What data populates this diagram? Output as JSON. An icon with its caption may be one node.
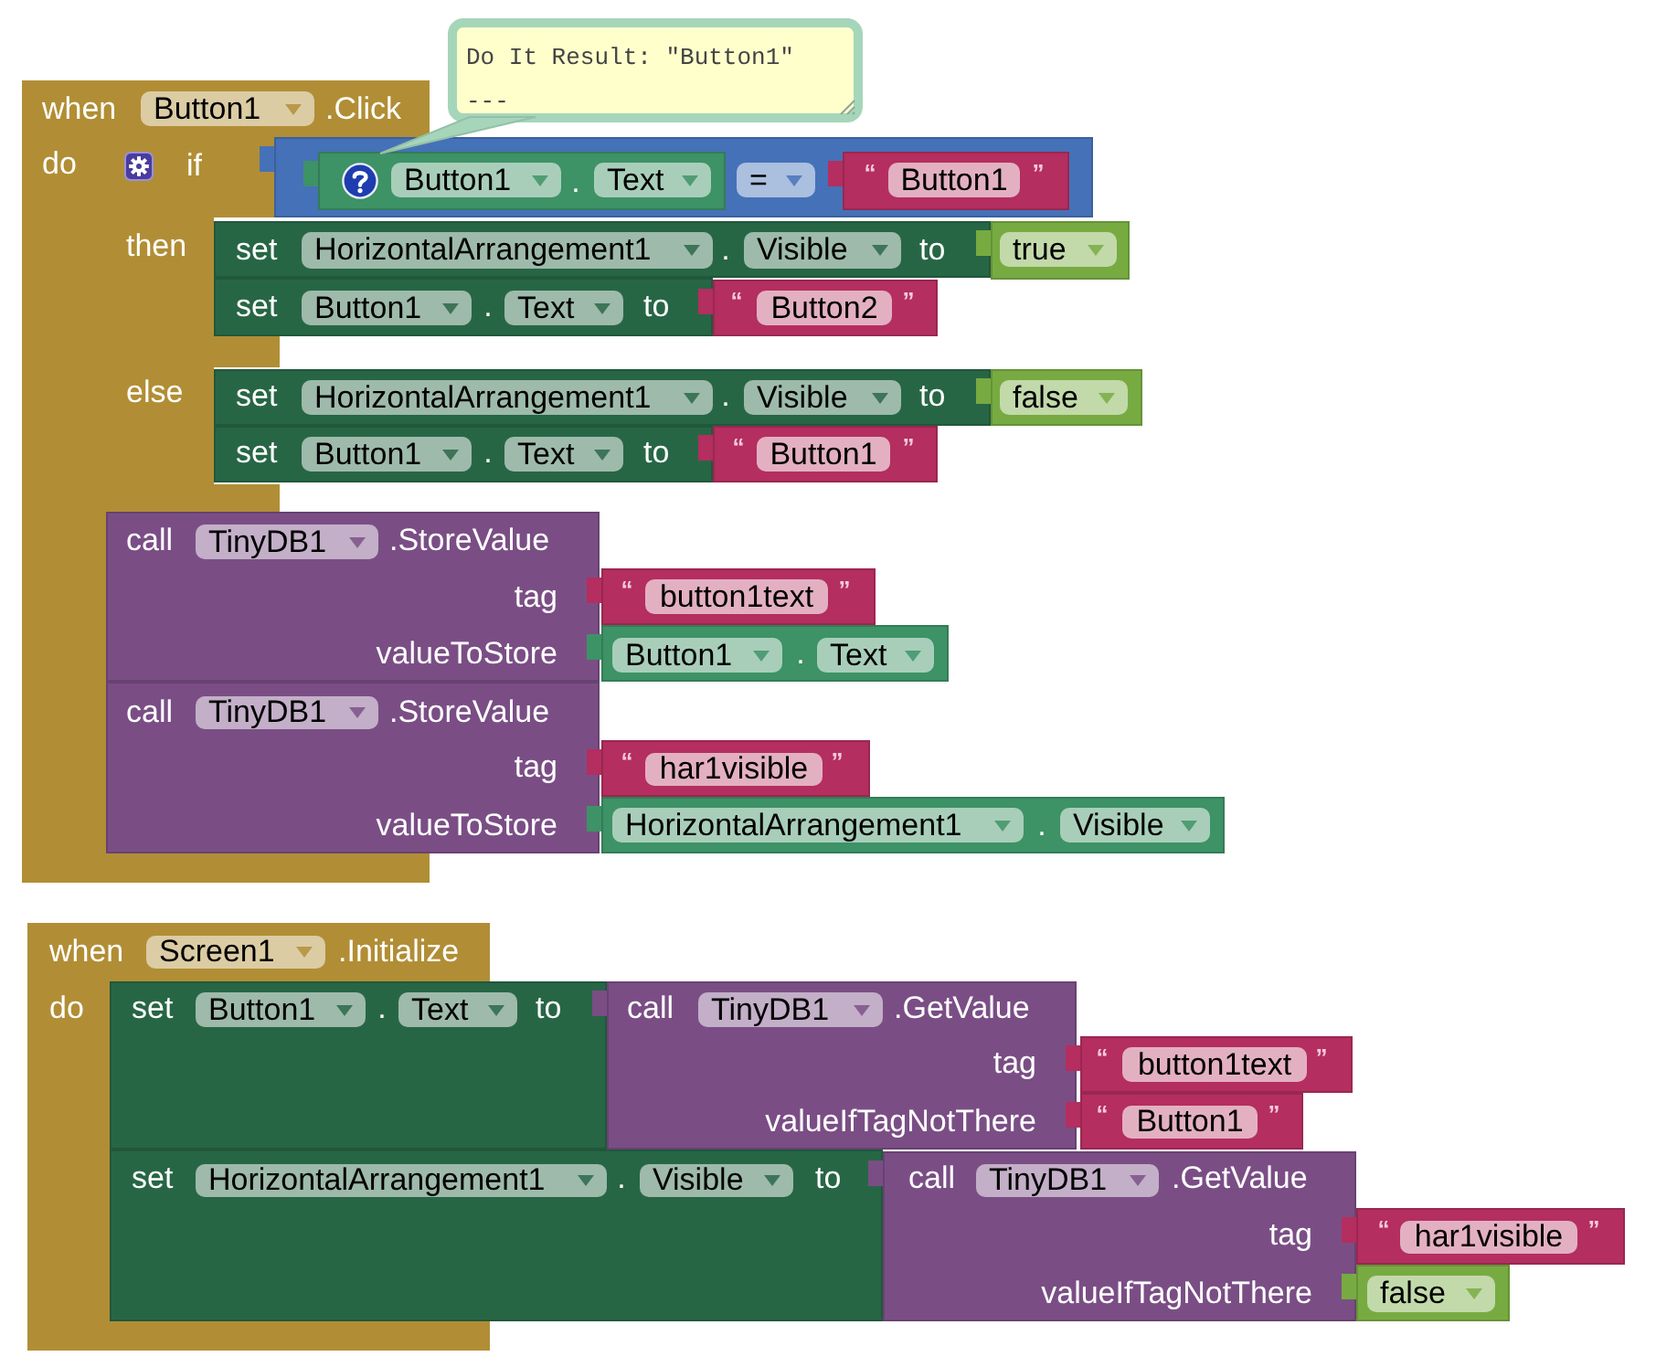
{
  "diagram": {
    "nodes": [
      {
        "text": [
          "Do It Result: \"Button1\"",
          "---"
        ]
      },
      {
        "text": [
          "when",
          ".Click",
          "do"
        ]
      },
      {
        "text": [
          "Button1"
        ],
        "in": 1
      },
      {
        "text": [
          "if",
          "then",
          "else"
        ],
        "in": 1
      },
      {
        "text": [],
        "shape": "box"
      },
      {
        "text": [
          "."
        ],
        "in": 4
      },
      {
        "text": [
          "Button1"
        ],
        "in": 5
      },
      {
        "text": [
          "Text"
        ],
        "in": 5
      },
      {
        "text": [
          "="
        ],
        "in": 4
      },
      {
        "text": [
          "“",
          "”"
        ],
        "in": 4
      },
      {
        "text": [
          "Button1"
        ],
        "in": 9
      },
      {
        "text": [
          "set",
          ".",
          "to"
        ]
      },
      {
        "text": [
          "HorizontalArrangement1"
        ],
        "in": 11
      },
      {
        "text": [
          "Visible"
        ],
        "in": 11
      },
      {
        "text": [],
        "shape": "box"
      },
      {
        "text": [
          "true"
        ],
        "in": 14
      },
      {
        "text": [
          "set",
          ".",
          "to"
        ]
      },
      {
        "text": [
          "Button1"
        ],
        "in": 16
      },
      {
        "text": [
          "Text"
        ],
        "in": 16
      },
      {
        "text": [
          "“",
          "”"
        ]
      },
      {
        "text": [
          "Button2"
        ],
        "in": 19
      },
      {
        "text": [
          "set",
          ".",
          "to"
        ]
      },
      {
        "text": [
          "HorizontalArrangement1"
        ],
        "in": 21
      },
      {
        "text": [
          "Visible"
        ],
        "in": 21
      },
      {
        "text": [],
        "shape": "box"
      },
      {
        "text": [
          "false"
        ],
        "in": 24
      },
      {
        "text": [
          "set",
          ".",
          "to"
        ]
      },
      {
        "text": [
          "Button1"
        ],
        "in": 26
      },
      {
        "text": [
          "Text"
        ],
        "in": 26
      },
      {
        "text": [
          "“",
          "”"
        ]
      },
      {
        "text": [
          "Button1"
        ],
        "in": 29
      },
      {
        "text": [
          "call",
          ".StoreValue",
          "tag",
          "valueToStore"
        ]
      },
      {
        "text": [
          "TinyDB1"
        ]
      },
      {
        "text": [
          "“",
          "”"
        ]
      },
      {
        "text": [
          "button1text"
        ],
        "in": 33
      },
      {
        "text": [
          "."
        ]
      },
      {
        "text": [
          "Button1"
        ],
        "in": 35
      },
      {
        "text": [
          "Text"
        ],
        "in": 35
      },
      {
        "text": [
          "call",
          ".StoreValue",
          "tag",
          "valueToStore"
        ]
      },
      {
        "text": [
          "TinyDB1"
        ]
      },
      {
        "text": [
          "“",
          "”"
        ]
      },
      {
        "text": [
          "har1visible"
        ],
        "in": 40
      },
      {
        "text": [
          "."
        ]
      },
      {
        "text": [
          "HorizontalArrangement1"
        ],
        "in": 42
      },
      {
        "text": [
          "Visible"
        ],
        "in": 42
      },
      {
        "text": [
          "when",
          ".Initialize",
          "do"
        ]
      },
      {
        "text": [
          "Screen1"
        ],
        "in": 45
      },
      {
        "text": [
          "set",
          ".",
          "to"
        ]
      },
      {
        "text": [
          "Button1"
        ]
      },
      {
        "text": [
          "Text"
        ],
        "in": 47
      },
      {
        "text": [
          "call",
          ".GetValue",
          "tag",
          "valueIfTagNotThere"
        ]
      },
      {
        "text": [
          "TinyDB1"
        ],
        "in": 50
      },
      {
        "text": [
          "“",
          "”"
        ]
      },
      {
        "text": [
          "button1text"
        ],
        "in": 52
      },
      {
        "text": [
          "“",
          "”"
        ]
      },
      {
        "text": [
          "Button1"
        ],
        "in": 54
      },
      {
        "text": [
          "set",
          ".",
          "to"
        ]
      },
      {
        "text": [
          "HorizontalArrangement1"
        ],
        "in": 56
      },
      {
        "text": [
          "Visible"
        ],
        "in": 56
      },
      {
        "text": [
          "call",
          ".GetValue",
          "tag",
          "valueIfTagNotThere"
        ]
      },
      {
        "text": [
          "TinyDB1"
        ],
        "in": 59
      },
      {
        "text": [
          "“",
          "”"
        ]
      },
      {
        "text": [
          "har1visible"
        ],
        "in": 61
      },
      {
        "text": [],
        "shape": "box"
      },
      {
        "text": [
          "false"
        ],
        "in": 63
      }
    ],
    "edges": [
      {
        "from": 0,
        "to": 5,
        "arrow": "none"
      }
    ]
  }
}
